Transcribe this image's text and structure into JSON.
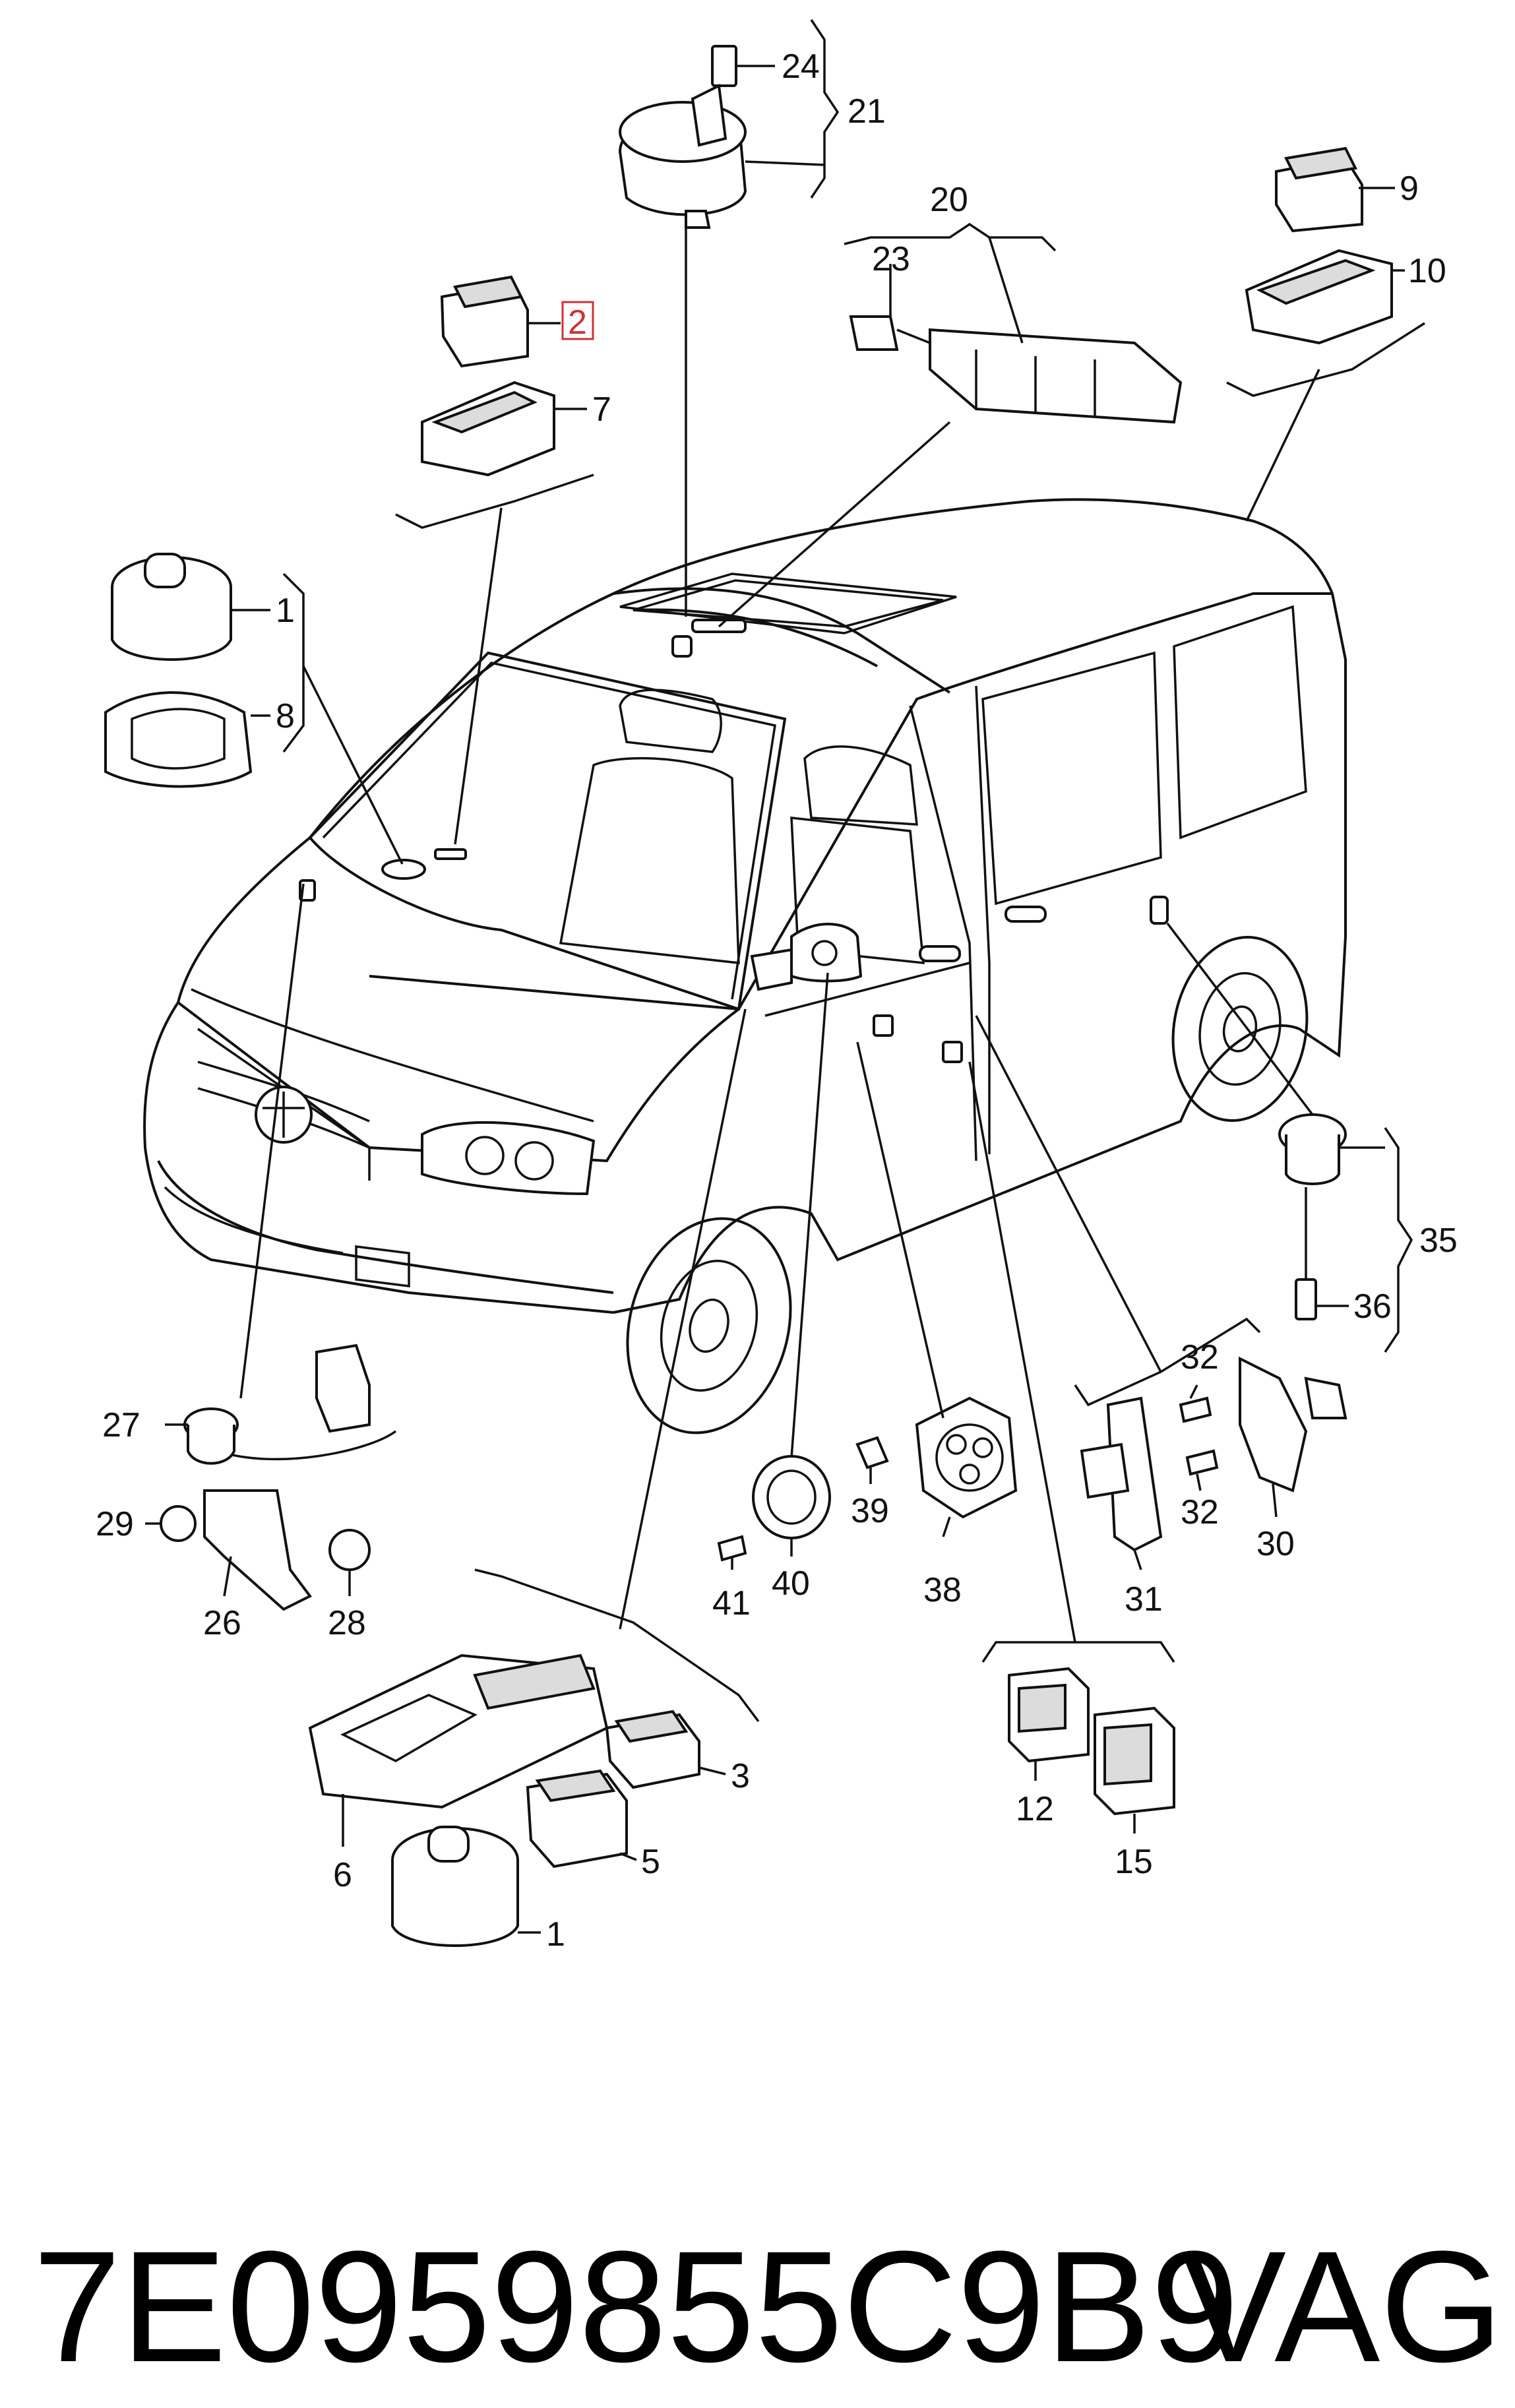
{
  "diagram": {
    "highlight_color": "#cc3333",
    "callouts": [
      {
        "id": "c24",
        "label": "24"
      },
      {
        "id": "c21",
        "label": "21"
      },
      {
        "id": "c20",
        "label": "20"
      },
      {
        "id": "c23",
        "label": "23"
      },
      {
        "id": "c9",
        "label": "9"
      },
      {
        "id": "c10",
        "label": "10"
      },
      {
        "id": "c2",
        "label": "2",
        "highlighted": true
      },
      {
        "id": "c7",
        "label": "7"
      },
      {
        "id": "c1a",
        "label": "1"
      },
      {
        "id": "c8",
        "label": "8"
      },
      {
        "id": "c35",
        "label": "35"
      },
      {
        "id": "c36",
        "label": "36"
      },
      {
        "id": "c27",
        "label": "27"
      },
      {
        "id": "c29",
        "label": "29"
      },
      {
        "id": "c26",
        "label": "26"
      },
      {
        "id": "c28",
        "label": "28"
      },
      {
        "id": "c32a",
        "label": "32"
      },
      {
        "id": "c32b",
        "label": "32"
      },
      {
        "id": "c30",
        "label": "30"
      },
      {
        "id": "c31",
        "label": "31"
      },
      {
        "id": "c39",
        "label": "39"
      },
      {
        "id": "c38",
        "label": "38"
      },
      {
        "id": "c41",
        "label": "41"
      },
      {
        "id": "c40",
        "label": "40"
      },
      {
        "id": "c3",
        "label": "3"
      },
      {
        "id": "c5",
        "label": "5"
      },
      {
        "id": "c6",
        "label": "6"
      },
      {
        "id": "c1b",
        "label": "1"
      },
      {
        "id": "c12",
        "label": "12"
      },
      {
        "id": "c15",
        "label": "15"
      }
    ]
  },
  "footer": {
    "part_number": "7E0959855C9B9",
    "brand": "VAG"
  }
}
